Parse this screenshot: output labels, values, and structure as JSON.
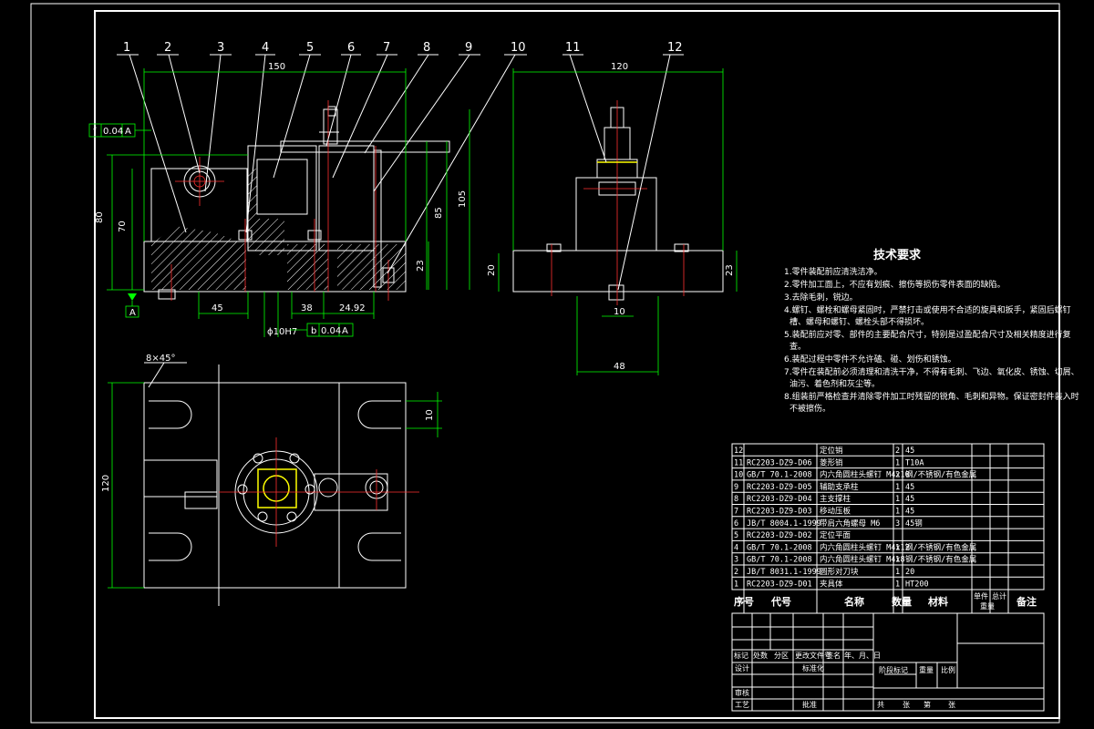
{
  "part_labels": [
    "1",
    "2",
    "3",
    "4",
    "5",
    "6",
    "7",
    "8",
    "9",
    "10",
    "11",
    "12"
  ],
  "dimensions": {
    "front_width": "150",
    "front_h80": "80",
    "front_h70": "70",
    "front_h85": "85",
    "front_h105": "105",
    "front_h23": "23",
    "front_d45": "45",
    "front_d38": "38",
    "front_d2492": "24.92",
    "front_phi": "ϕ10H7",
    "side_width": "120",
    "side_h20": "20",
    "side_h23": "23",
    "side_d10": "10",
    "side_d48": "48",
    "top_chamfer": "8×45°",
    "top_h120": "120",
    "top_slot10": "10"
  },
  "tolerance_frames": {
    "flatness": [
      "f",
      "0.04",
      "A"
    ],
    "parallel": [
      "b",
      "0.04",
      "A"
    ],
    "datum": "A"
  },
  "tech_requirements": {
    "title": "技术要求",
    "items": [
      "1.零件装配前应清洗洁净。",
      "2.零件加工面上，不应有划痕、擦伤等损伤零件表面的缺陷。",
      "3.去除毛刺，锐边。",
      "4.螺钉、螺栓和螺母紧固时，严禁打击或使用不合适的旋具和扳手，紧固后螺钉",
      "槽、螺母和螺钉、螺栓头部不得损坏。",
      "5.装配前应对零、部件的主要配合尺寸，特别是过盈配合尺寸及相关精度进行复",
      "查。",
      "6.装配过程中零件不允许磕、碰、划伤和锈蚀。",
      "7.零件在装配前必须清理和清洗干净，不得有毛刺、飞边、氧化皮、锈蚀、切屑、",
      "油污、着色剂和灰尘等。",
      "8.组装前严格检查并清除零件加工时残留的锐角、毛刺和异物。保证密封件装入时",
      "不被擦伤。"
    ]
  },
  "parts_list": [
    {
      "no": "12",
      "code": "",
      "name": "定位销",
      "qty": "2",
      "material": "45"
    },
    {
      "no": "11",
      "code": "RC2203-DZ9-D06",
      "name": "菱形销",
      "qty": "1",
      "material": "T10A"
    },
    {
      "no": "10",
      "code": "GB/T 70.1-2008",
      "name": "内六角圆柱头螺钉 M4x10",
      "qty": "2",
      "material": "钢/不锈钢/有色金属"
    },
    {
      "no": "9",
      "code": "RC2203-DZ9-D05",
      "name": "辅助支承柱",
      "qty": "1",
      "material": "45"
    },
    {
      "no": "8",
      "code": "RC2203-DZ9-D04",
      "name": "主支撑柱",
      "qty": "1",
      "material": "45"
    },
    {
      "no": "7",
      "code": "RC2203-DZ9-D03",
      "name": "移动压板",
      "qty": "1",
      "material": "45"
    },
    {
      "no": "6",
      "code": "JB/T 8004.1-1999",
      "name": "带肩六角螺母 M6",
      "qty": "3",
      "material": "45钢"
    },
    {
      "no": "5",
      "code": "RC2203-DZ9-D02",
      "name": "定位平面",
      "qty": "",
      "material": ""
    },
    {
      "no": "4",
      "code": "GB/T 70.1-2008",
      "name": "内六角圆柱头螺钉 M4x12",
      "qty": "1",
      "material": "钢/不锈钢/有色金属"
    },
    {
      "no": "3",
      "code": "GB/T 70.1-2008",
      "name": "内六角圆柱头螺钉 M4x8",
      "qty": "1",
      "material": "钢/不锈钢/有色金属"
    },
    {
      "no": "2",
      "code": "JB/T 8031.1-1999",
      "name": "圆形对刀块",
      "qty": "1",
      "material": "20"
    },
    {
      "no": "1",
      "code": "RC2203-DZ9-D01",
      "name": "夹具体",
      "qty": "1",
      "material": "HT200"
    }
  ],
  "parts_header": {
    "no": "序号",
    "code": "代号",
    "name": "名称",
    "qty": "数量",
    "material": "材料",
    "unit_weight": "单件",
    "total_weight": "总计",
    "weight": "重量",
    "remark": "备注"
  },
  "title_block": {
    "row_labels": [
      "标记",
      "处数",
      "分区",
      "更改文件号",
      "签名",
      "年、月、日"
    ],
    "design": "设计",
    "standardize": "标准化",
    "review": "审核",
    "process": "工艺",
    "approve": "批准",
    "stage_mark": "阶段标记",
    "weight": "重量",
    "scale": "比例",
    "sheets_total": "共",
    "sheets_count": "张",
    "sheet_no": "第",
    "sheet_of": "张"
  },
  "colors": {
    "background": "#000000",
    "outline": "#ffffff",
    "dimension": "#00ff00",
    "centerline": "#ff3030",
    "highlight": "#ffff00"
  }
}
